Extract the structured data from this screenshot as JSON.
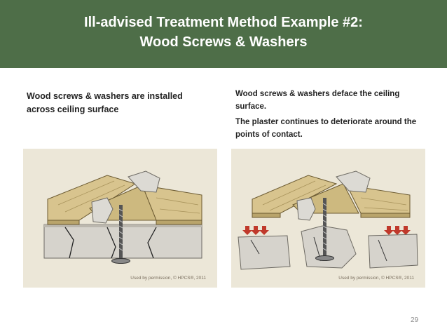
{
  "slide": {
    "title_line1": "Ill-advised Treatment Method Example #2:",
    "title_line2": "Wood Screws & Washers",
    "left_caption": "Wood screws & washers are installed across ceiling surface",
    "right_caption_p1": "Wood screws & washers deface the ceiling surface.",
    "right_caption_p2": "The plaster continues to deteriorate around the points of contact.",
    "figure_left_credit": "Used by permission, © HPCS®, 2011",
    "figure_right_credit": "Used by permission, © HPCS®, 2011",
    "page_number": "29"
  },
  "colors": {
    "header_bg": "#4e6e48",
    "figure_bg": "#ece7d8",
    "wood": "#d8c48e",
    "plaster": "#d6d3cc",
    "arrow": "#c0392b"
  }
}
